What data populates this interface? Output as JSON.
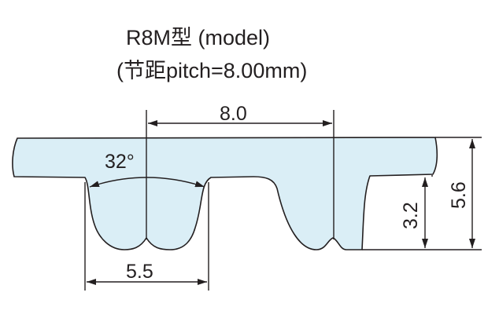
{
  "title": {
    "line1": "R8M型 (model)",
    "line2": "(节距pitch=8.00mm)"
  },
  "dimensions": {
    "pitch": "8.0",
    "tooth_angle": "32°",
    "tooth_width": "5.5",
    "tooth_height": "3.2",
    "belt_height": "5.6"
  },
  "colors": {
    "belt_fill": "#daeef6",
    "stroke": "#231f20"
  }
}
